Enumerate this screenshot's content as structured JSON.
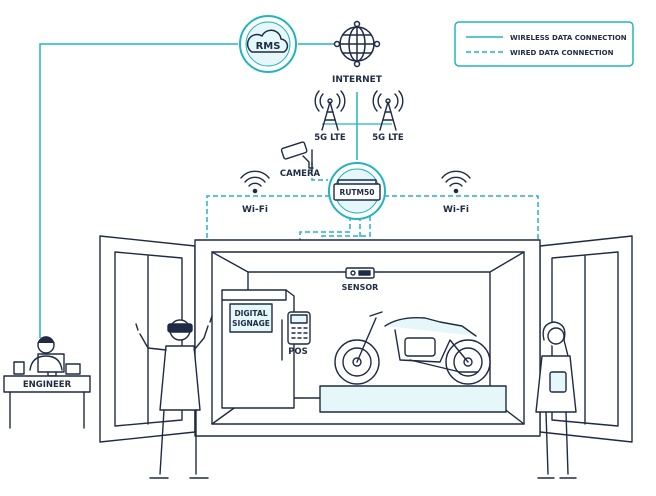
{
  "legend": {
    "wireless": "WIRELESS DATA CONNECTION",
    "wired": "WIRED DATA CONNECTION"
  },
  "nodes": {
    "rms": "RMS",
    "internet": "INTERNET",
    "lte_left": "5G LTE",
    "lte_right": "5G LTE",
    "camera": "CAMERA",
    "router": "RUTM50",
    "wifi_left": "Wi-Fi",
    "wifi_right": "Wi-Fi",
    "sensor": "SENSOR",
    "signage_line1": "DIGITAL",
    "signage_line2": "SIGNAGE",
    "pos": "POS",
    "engineer": "ENGINEER"
  },
  "colors": {
    "accent": "#22b3c1",
    "line": "#1f2a44",
    "fill_light": "#e6f7f9"
  }
}
